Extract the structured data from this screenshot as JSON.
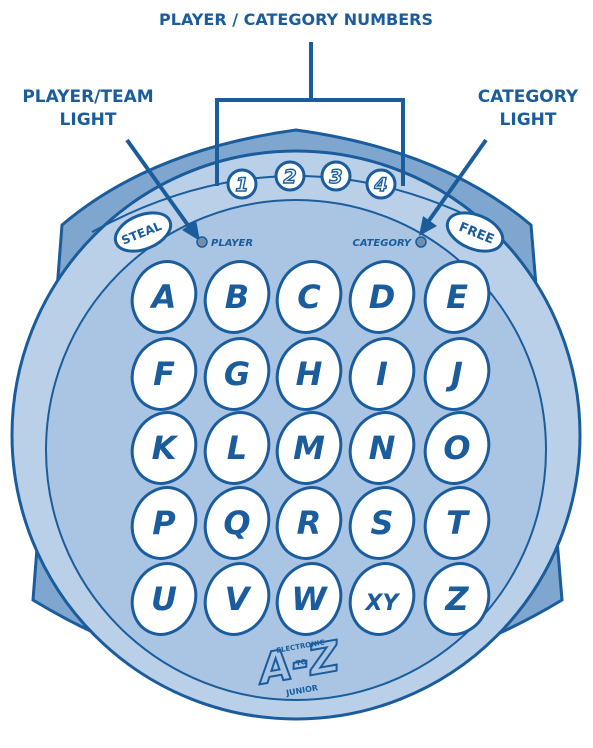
{
  "labels": {
    "title": "PLAYER / CATEGORY NUMBERS",
    "player_team_light": [
      "PLAYER/TEAM",
      "LIGHT"
    ],
    "category_light": [
      "CATEGORY",
      "LIGHT"
    ]
  },
  "device": {
    "numbers": [
      "1",
      "2",
      "3",
      "4"
    ],
    "steal_button": "STEAL",
    "free_button": "FREE",
    "player_indicator": "PLAYER",
    "category_indicator": "CATEGORY",
    "letter_rows": [
      [
        "A",
        "B",
        "C",
        "D",
        "E"
      ],
      [
        "F",
        "G",
        "H",
        "I",
        "J"
      ],
      [
        "K",
        "L",
        "M",
        "N",
        "O"
      ],
      [
        "P",
        "Q",
        "R",
        "S",
        "T"
      ],
      [
        "U",
        "V",
        "W",
        "XY",
        "Z"
      ]
    ],
    "logo": {
      "brand": "A-Z",
      "line1": "ELECTRONIC",
      "line2": "JUNIOR",
      "to": "TO"
    }
  },
  "colors": {
    "ink": "#1a5c9c",
    "body_light": "#b9d0e8",
    "body_dark": "#7ea6cf",
    "button_fill": "#ffffff"
  }
}
